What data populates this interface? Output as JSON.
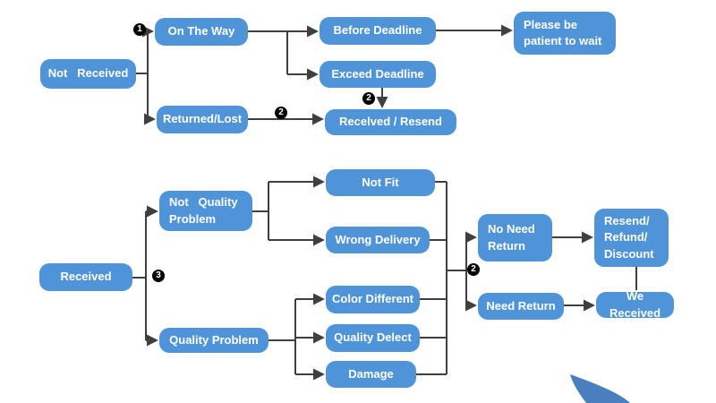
{
  "flowchart": {
    "nodes": {
      "not_received": "Not   Received",
      "on_the_way": "On The Way",
      "returned_lost": "Returned/Lost",
      "before_deadline": "Before Deadline",
      "exceed_deadline": "Exceed Deadline",
      "received_resend": "Recelved / Resend",
      "please_wait": "Please be\npatient to wait",
      "received": "Received",
      "not_quality_problem": "Not   Quality\nProblem",
      "quality_problem": "Quality Problem",
      "not_fit": "Not Fit",
      "wrong_delivery": "Wrong Delivery",
      "color_different": "Color Different",
      "quality_delect": "Quality Delect",
      "damage": "Damage",
      "no_need_return": "No Need\nReturn",
      "need_return": "Need Return",
      "resend_refund_discount": "Resend/\nRefund/\nDiscount",
      "we_received": "We Received"
    },
    "badges": {
      "step1_on_the_way": "1",
      "step2_returned_lost": "2",
      "step2_exceed_deadline": "2",
      "step3_received": "3",
      "step2_return_split": "2"
    },
    "colors": {
      "node_fill": "#4f94d9",
      "node_text": "#ffffff",
      "connector": "#3f3f3f",
      "badge_bg": "#000000",
      "badge_text": "#ffffff",
      "swoosh": "#4a7fbf",
      "background": "#ffffff"
    }
  }
}
